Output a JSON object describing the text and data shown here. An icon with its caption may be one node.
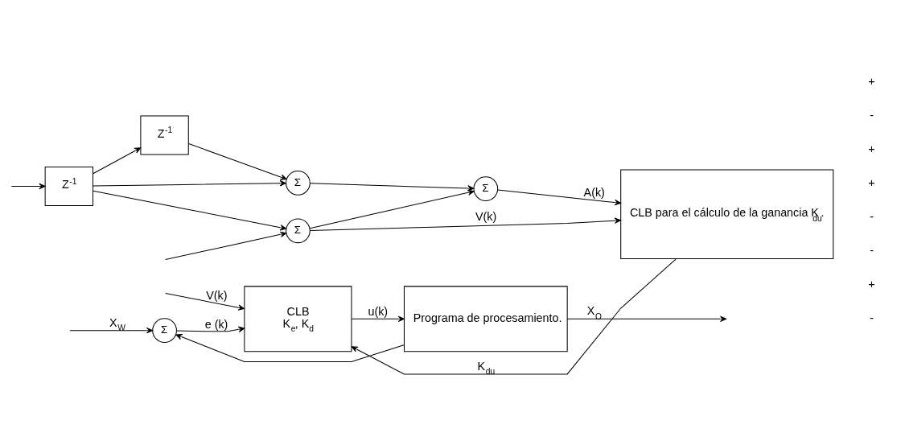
{
  "diagram": {
    "nodes": [
      {
        "text": [
          "Σ"
        ]
      },
      {
        "text": [
          "CLB",
          "K$_{e}$, K$_{d}$"
        ]
      },
      {
        "text": [
          "Programa de procesamiento."
        ]
      },
      {
        "text": [
          "Z$^{-1}$"
        ]
      },
      {
        "text": [
          "Z$^{-1}$"
        ]
      },
      {
        "text": [
          "Σ"
        ]
      },
      {
        "text": [
          "Σ"
        ]
      },
      {
        "text": [
          "Σ"
        ]
      },
      {
        "text": [
          "CLB para el cálculo de la ganancia K$_{du}$."
        ]
      }
    ],
    "edges": [
      {
        "from": null,
        "to": 0,
        "arrow": "to",
        "label": "X$_{W}$"
      },
      {
        "from": 2,
        "to": 0,
        "arrow": "to"
      },
      {
        "from": 0,
        "to": 1,
        "arrow": "to",
        "label": "e (k)"
      },
      {
        "from": null,
        "to": 1,
        "arrow": "to",
        "label": "V(k)"
      },
      {
        "from": 1,
        "to": 2,
        "arrow": "to",
        "label": "u(k)"
      },
      {
        "from": 2,
        "to": null,
        "arrow": "to",
        "label": "X$_{O}$"
      },
      {
        "from": 8,
        "to": 1,
        "arrow": "to",
        "label": "K$_{du}$"
      },
      {
        "from": null,
        "to": 3,
        "arrow": "to"
      },
      {
        "from": 3,
        "to": 4,
        "arrow": "to"
      },
      {
        "from": 3,
        "to": 5,
        "arrow": "to"
      },
      {
        "from": 3,
        "to": 6,
        "arrow": "to"
      },
      {
        "from": 4,
        "to": 5,
        "arrow": "to"
      },
      {
        "from": 5,
        "to": 7,
        "arrow": "to"
      },
      {
        "from": 6,
        "to": 7,
        "arrow": "to"
      },
      {
        "from": 7,
        "to": 8,
        "arrow": "to",
        "label": "A(k)"
      },
      {
        "from": 6,
        "to": 8,
        "arrow": "to",
        "label": "V(k)"
      },
      {
        "from": null,
        "to": 6,
        "arrow": "to"
      }
    ],
    "labels": [
      "-",
      "+",
      "-",
      "-",
      "+",
      "+",
      "-",
      "+"
    ]
  }
}
